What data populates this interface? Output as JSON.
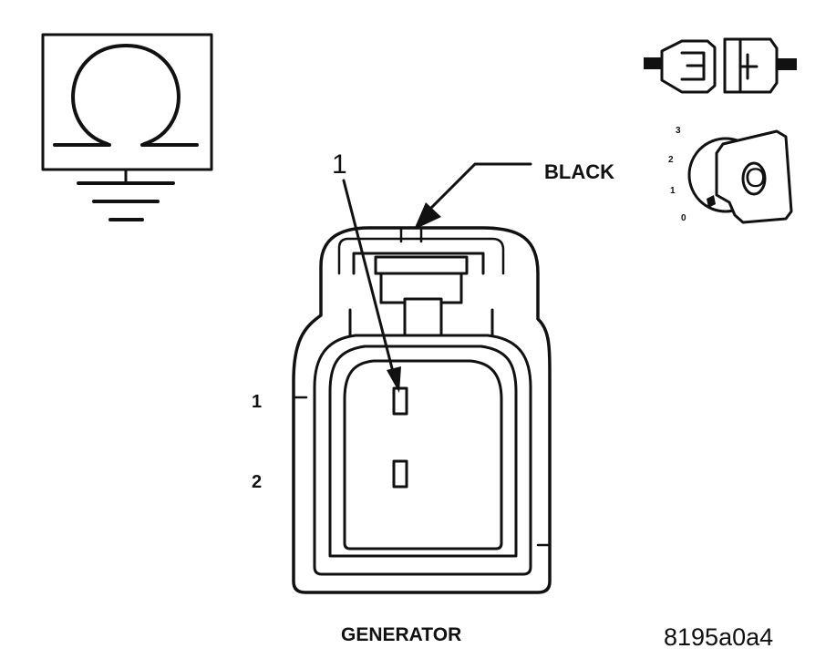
{
  "callout": {
    "number": "1"
  },
  "connector": {
    "wire_color": "BLACK",
    "pins": [
      {
        "label": "1"
      },
      {
        "label": "2"
      }
    ],
    "component": "GENERATOR"
  },
  "ignition_switch": {
    "positions": [
      "0",
      "1",
      "2",
      "3"
    ],
    "key_glyph": "O"
  },
  "figure_id": "8195a0a4",
  "icons": {
    "meter": "ohmmeter-icon",
    "ground": "ground-icon",
    "connector": "disconnected-connector-icon",
    "ignition": "ignition-key-icon"
  },
  "colors": {
    "line": "#111111",
    "background": "#ffffff"
  }
}
